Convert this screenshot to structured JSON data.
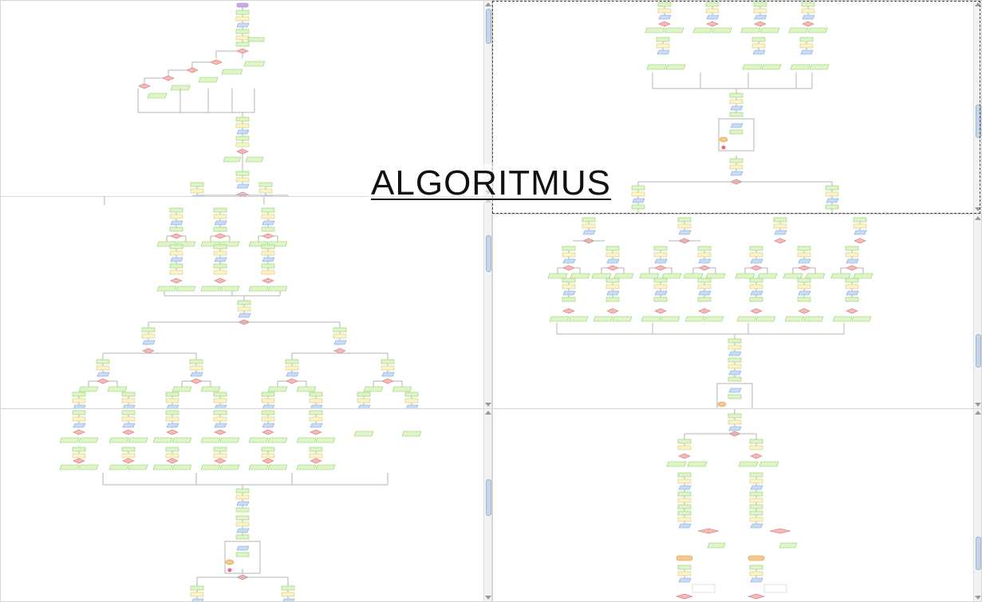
{
  "slide": {
    "title": "ALGORITMUS"
  },
  "colors": {
    "process": "#dff5c8",
    "process_stroke": "#8fcf6a",
    "decision": "#f7b8b8",
    "decision_stroke": "#d97070",
    "io": "#c9dcf5",
    "io_stroke": "#7ea6dc",
    "note": "#fbf4c8",
    "note_stroke": "#d8c878",
    "terminal": "#d9c8f3",
    "connector": "#f6c98a",
    "line": "#b3b3b3",
    "start": "#c9a8f0"
  },
  "panes": [
    {
      "id": "top-left"
    },
    {
      "id": "top-right"
    },
    {
      "id": "mid-left"
    },
    {
      "id": "mid-right"
    },
    {
      "id": "bottom-left"
    },
    {
      "id": "bottom-right"
    }
  ]
}
